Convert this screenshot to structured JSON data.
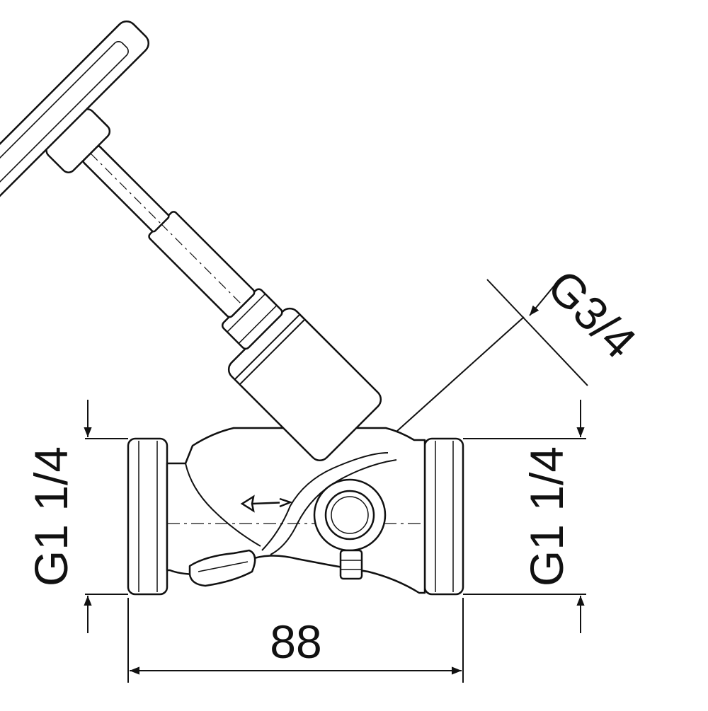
{
  "dimensions": {
    "left_thread": "G1 1/4",
    "right_thread": "G1 1/4",
    "stem_thread": "G3/4",
    "overall_length": "88"
  },
  "colors": {
    "line": "#111111",
    "background": "#ffffff"
  },
  "icons": {
    "flow_direction": "arrow-left-icon"
  }
}
